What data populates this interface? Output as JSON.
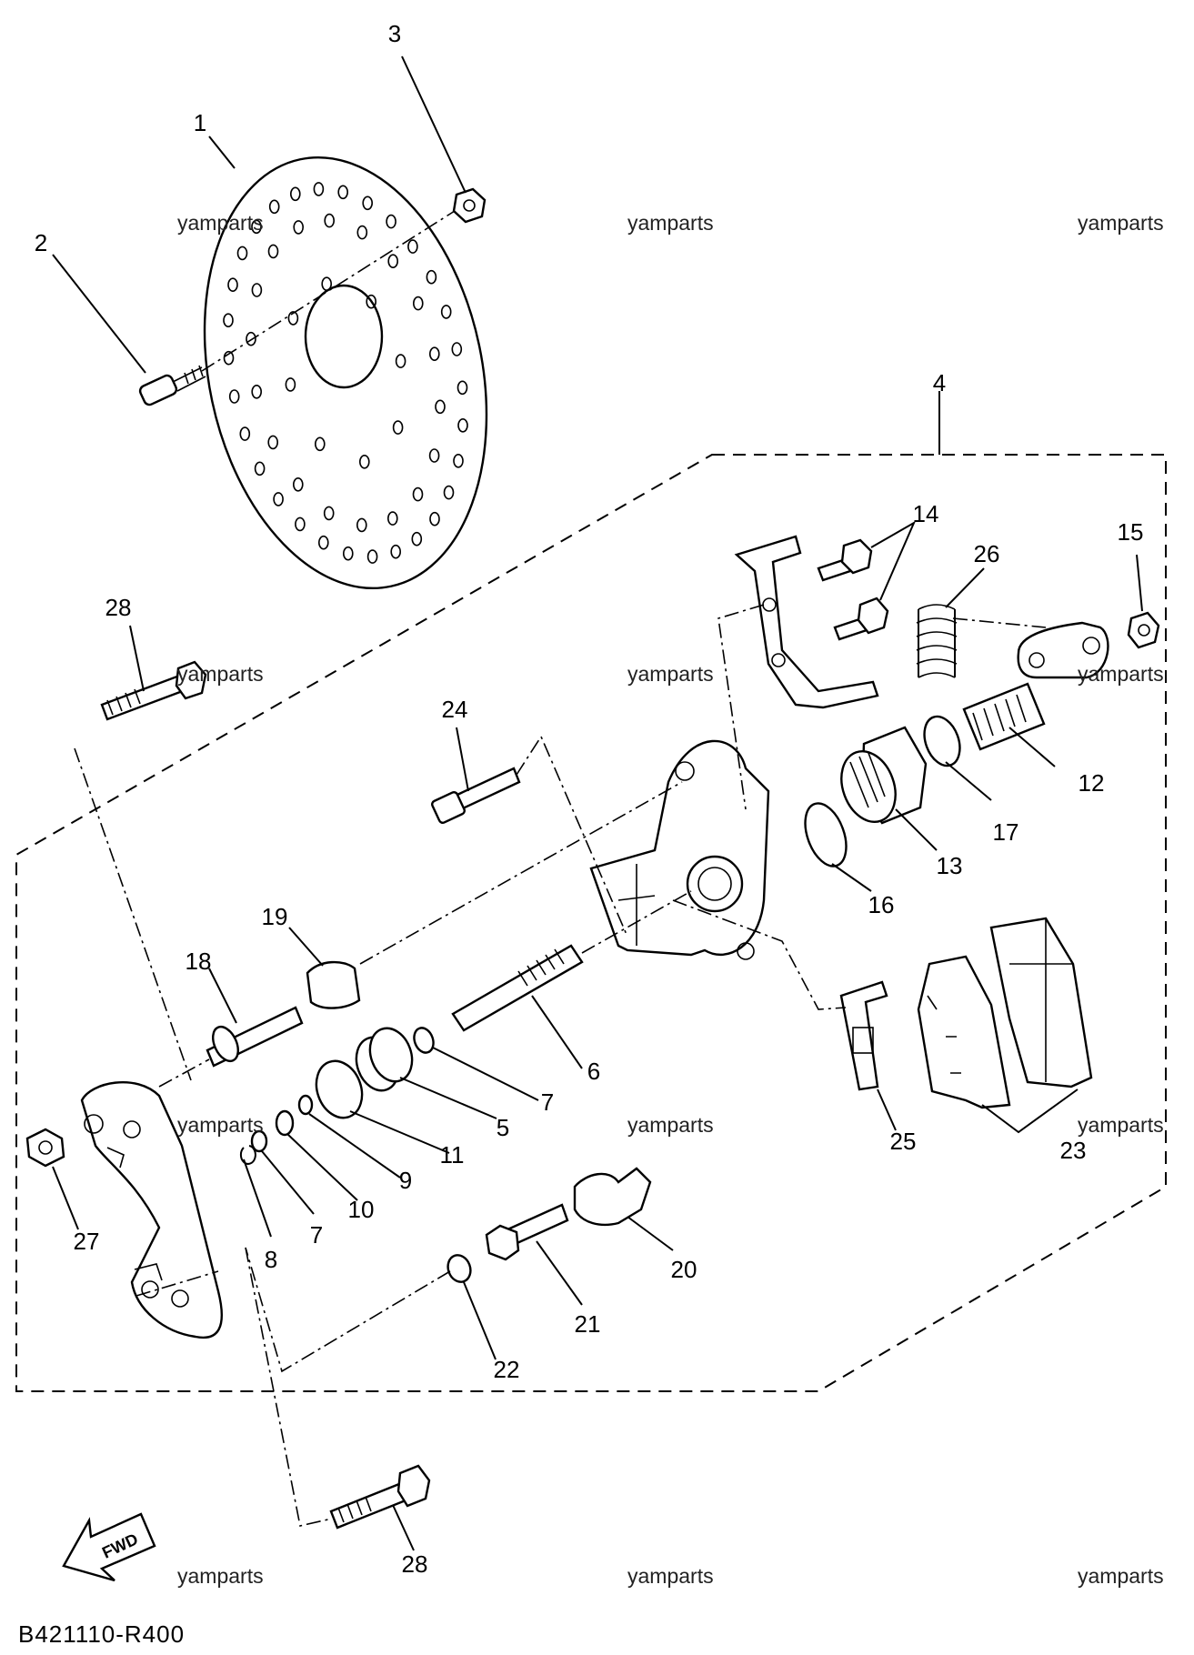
{
  "drawing_code": "B421110-R400",
  "fwd_label": "FWD",
  "watermark": "yamparts",
  "watermarks": [
    {
      "id": "wm1",
      "text": "yamparts"
    },
    {
      "id": "wm2",
      "text": "yamparts"
    },
    {
      "id": "wm3",
      "text": "yamparts"
    },
    {
      "id": "wm4",
      "text": "yamparts"
    },
    {
      "id": "wm5",
      "text": "yamparts"
    },
    {
      "id": "wm6",
      "text": "yamparts"
    },
    {
      "id": "wm7",
      "text": "yamparts"
    },
    {
      "id": "wm8",
      "text": "yamparts"
    },
    {
      "id": "wm9",
      "text": "yamparts"
    },
    {
      "id": "wm10",
      "text": "yamparts"
    },
    {
      "id": "wm11",
      "text": "yamparts"
    },
    {
      "id": "wm12",
      "text": "yamparts"
    }
  ],
  "callouts": [
    {
      "id": "c1",
      "text": "1"
    },
    {
      "id": "c2",
      "text": "2"
    },
    {
      "id": "c3",
      "text": "3"
    },
    {
      "id": "c4",
      "text": "4"
    },
    {
      "id": "c5",
      "text": "5"
    },
    {
      "id": "c6",
      "text": "6"
    },
    {
      "id": "c7a",
      "text": "7"
    },
    {
      "id": "c7b",
      "text": "7"
    },
    {
      "id": "c8",
      "text": "8"
    },
    {
      "id": "c9",
      "text": "9"
    },
    {
      "id": "c10",
      "text": "10"
    },
    {
      "id": "c11",
      "text": "11"
    },
    {
      "id": "c12",
      "text": "12"
    },
    {
      "id": "c13",
      "text": "13"
    },
    {
      "id": "c14",
      "text": "14"
    },
    {
      "id": "c15",
      "text": "15"
    },
    {
      "id": "c16",
      "text": "16"
    },
    {
      "id": "c17",
      "text": "17"
    },
    {
      "id": "c18",
      "text": "18"
    },
    {
      "id": "c19",
      "text": "19"
    },
    {
      "id": "c20",
      "text": "20"
    },
    {
      "id": "c21",
      "text": "21"
    },
    {
      "id": "c22",
      "text": "22"
    },
    {
      "id": "c23",
      "text": "23"
    },
    {
      "id": "c24",
      "text": "24"
    },
    {
      "id": "c25",
      "text": "25"
    },
    {
      "id": "c26",
      "text": "26"
    },
    {
      "id": "c27",
      "text": "27"
    },
    {
      "id": "c28a",
      "text": "28"
    },
    {
      "id": "c28b",
      "text": "28"
    }
  ]
}
